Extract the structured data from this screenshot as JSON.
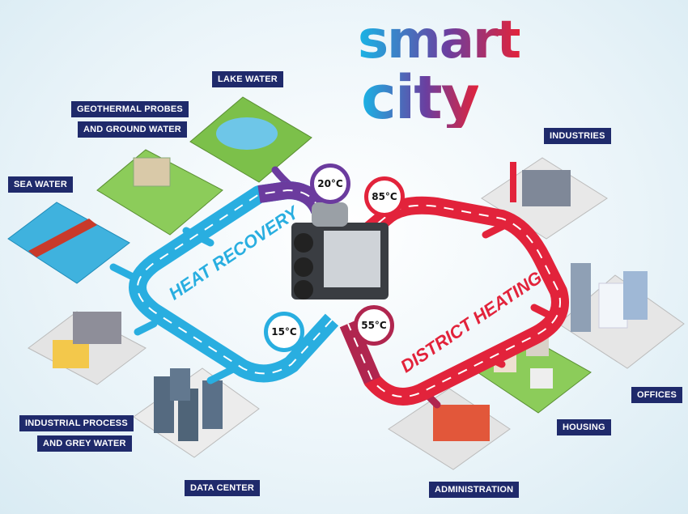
{
  "title": {
    "line1": "smart",
    "line2": "city"
  },
  "loops": {
    "heat_recovery": "HEAT RECOVERY",
    "district_heating": "DISTRICT HEATING"
  },
  "temperatures": {
    "recovery_in": "20°C",
    "recovery_out": "15°C",
    "heating_out": "85°C",
    "heating_return": "55°C"
  },
  "sources": {
    "lake": "LAKE WATER",
    "geo1": "GEOTHERMAL PROBES",
    "geo2": "AND GROUND WATER",
    "sea": "SEA WATER",
    "ind1": "INDUSTRIAL PROCESS",
    "ind2": "AND GREY WATER",
    "data": "DATA CENTER"
  },
  "consumers": {
    "industries": "INDUSTRIES",
    "offices": "OFFICES",
    "housing": "HOUSING",
    "administration": "ADMINISTRATION"
  },
  "colors": {
    "recovery": "#29aee0",
    "recovery_dark": "#6b3b9e",
    "heating": "#e2233b",
    "label_bg": "#1f2a6b"
  }
}
